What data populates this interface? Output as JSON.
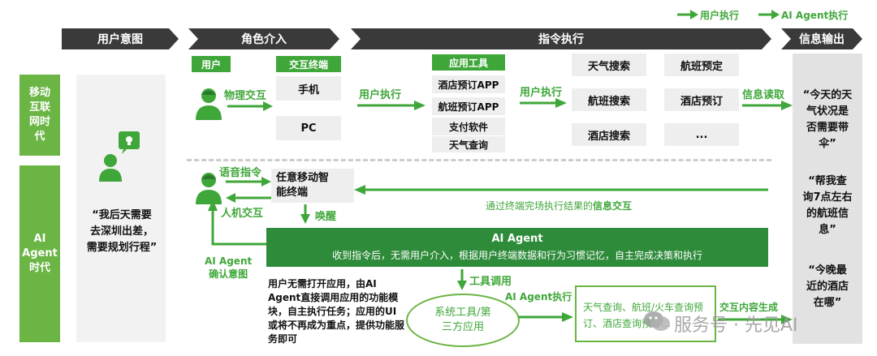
{
  "legend": {
    "user_exec": "用户执行",
    "agent_exec": "AI Agent执行"
  },
  "stages": {
    "intent": "用户意图",
    "role": "角色介入",
    "command": "指令执行",
    "output": "信息输出"
  },
  "eras": {
    "mobile": "移动\n互联\n网时\n代",
    "agent": "AI\nAgent\n时代"
  },
  "intent_quote": "“我后天需要\n去深圳出差，\n需要规划行程”",
  "top": {
    "user_label": "用户",
    "terminal_label": "交互终端",
    "physical": "物理交互",
    "phone": "手机",
    "pc": "PC",
    "user_exec_1": "用户执行",
    "app_tools": "应用工具",
    "apps": [
      "酒店预订APP",
      "航班预订APP",
      "支付软件",
      "天气查询"
    ],
    "user_exec_2": "用户执行",
    "funcs_left": [
      "天气搜索",
      "航班搜索",
      "酒店搜索"
    ],
    "funcs_right": [
      "航班预定",
      "酒店预订",
      "..."
    ],
    "info_read": "信息读取"
  },
  "bottom": {
    "voice": "语音指令",
    "human_interact": "人机交互",
    "any_terminal": "任意移动智\n能终端",
    "wake": "唤醒",
    "info_exchange_prefix": "通过终端完场执行结果的",
    "info_exchange_bold": "信息交互",
    "agent_title": "AI Agent",
    "agent_desc": "收到指令后，无需用户介入，根据用户终端数据和行为习惯记忆，自主完成决策和执行",
    "confirm": "AI Agent\n确认意图",
    "para": "用户无需打开应用，由AI Agent直接调用应用的功能模块，自主执行任务；应用的UI或将不再成为重点，提供功能服务即可",
    "tool_call": "工具调用",
    "agent_exec": "AI Agent执行",
    "sys_tools": "系统工具/第\n三方应用",
    "result_box": "天气查询、航班/火车查询预订、酒店查询预订…",
    "content_gen": "交互内容生成"
  },
  "outputs": [
    "“今天的天\n气状况是\n否需要带\n伞”",
    "“帮我查\n询7点左右\n的航班信\n息”",
    "“今晚最\n近的酒店\n在哪”"
  ],
  "watermark": "服务号 · 先见AI",
  "colors": {
    "green": "#3fa73a",
    "light_green": "#6bb544",
    "dark": "#3a3a3a",
    "grey": "#eeeeee",
    "agent_green": "#2e8b3a"
  }
}
